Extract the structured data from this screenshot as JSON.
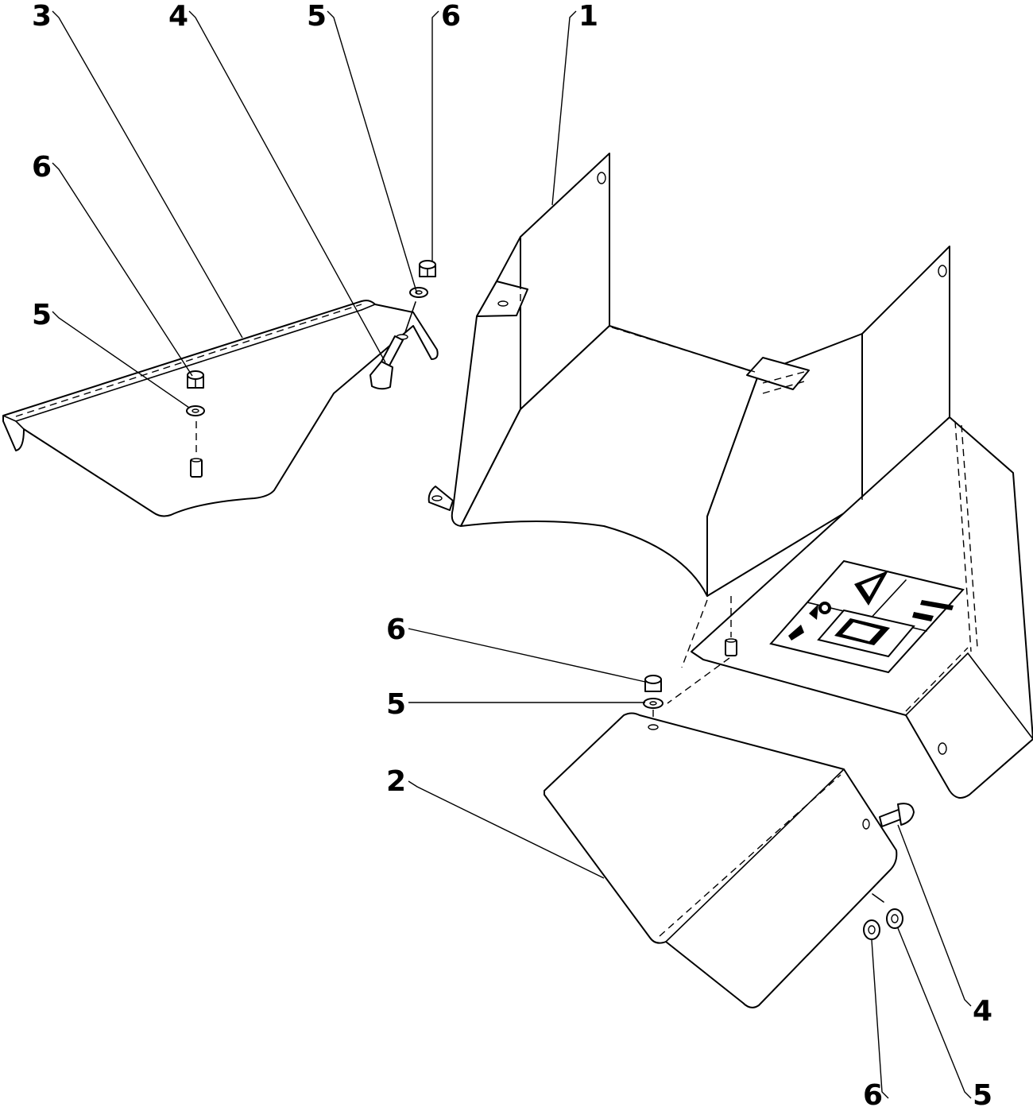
{
  "callouts": [
    {
      "id": "c-3-top",
      "number": "3"
    },
    {
      "id": "c-4-top",
      "number": "4"
    },
    {
      "id": "c-5-top",
      "number": "5"
    },
    {
      "id": "c-6-top",
      "number": "6"
    },
    {
      "id": "c-1-top",
      "number": "1"
    },
    {
      "id": "c-6-left",
      "number": "6"
    },
    {
      "id": "c-5-left",
      "number": "5"
    },
    {
      "id": "c-6-mid",
      "number": "6"
    },
    {
      "id": "c-5-mid",
      "number": "5"
    },
    {
      "id": "c-2",
      "number": "2"
    },
    {
      "id": "c-4-right",
      "number": "4"
    },
    {
      "id": "c-6-bottom",
      "number": "6"
    },
    {
      "id": "c-5-bottom",
      "number": "5"
    }
  ],
  "colors": {
    "line": "#000000",
    "paper": "#ffffff"
  },
  "icons": {
    "decal_warning": "warning-triangle-icon",
    "decal_manual": "read-manual-icon",
    "decal_ear": "hearing-protection-icon"
  }
}
